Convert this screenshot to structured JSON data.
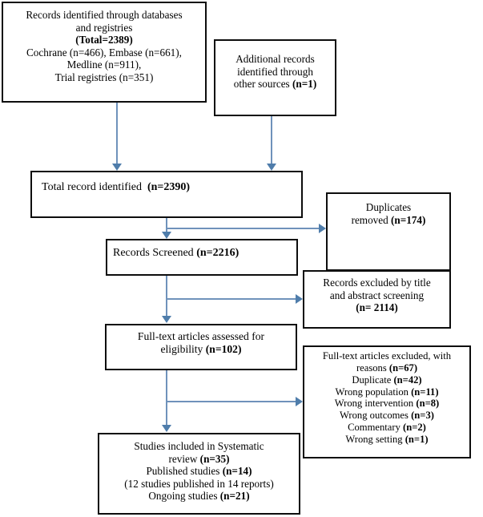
{
  "diagram": {
    "title": "PRISMA study selection flow diagram",
    "line_color": "#6f92bb",
    "arrow_color": "#4f7dab",
    "box_border_color": "#0d0d0d"
  },
  "boxes": {
    "databases": {
      "lines": [
        "Records identified through databases",
        "and registries",
        "(Total=2389)",
        "Cochrane (n=466), Embase (n=661),",
        "Medline (n=911),",
        "Trial registries (n=351)"
      ]
    },
    "additional": {
      "lines": [
        "Additional records",
        "identified through",
        "other sources (n=1)"
      ]
    },
    "total_identified": {
      "lines": [
        "Total record identified  (n=2390)"
      ]
    },
    "duplicates": {
      "lines": [
        "Duplicates",
        "removed (n=174)"
      ]
    },
    "screened": {
      "lines": [
        "Records Screened (n=2216)"
      ]
    },
    "excluded_title_abstract": {
      "lines": [
        "Records excluded by title",
        "and abstract screening",
        "(n= 2114)"
      ]
    },
    "fulltext_assessed": {
      "lines": [
        "Full-text articles assessed for",
        "eligibility (n=102)"
      ]
    },
    "excluded_reasons": {
      "lines": [
        "Full-text articles excluded, with",
        "reasons (n=67)",
        "Duplicate (n=42)",
        "Wrong population (n=11)",
        "Wrong intervention (n=8)",
        "Wrong outcomes (n=3)",
        "Commentary (n=2)",
        "Wrong setting (n=1)"
      ]
    },
    "included": {
      "lines": [
        "Studies included in Systematic",
        "review (n=35)",
        "Published studies (n=14)",
        "(12 studies published in 14 reports)",
        "Ongoing studies (n=21)"
      ]
    }
  },
  "counts": {
    "total_records": 2389,
    "cochrane": 466,
    "embase": 661,
    "medline": 911,
    "trial_registries": 351,
    "additional_other_sources": 1,
    "total_identified": 2390,
    "duplicates_removed": 174,
    "screened": 2216,
    "excluded_title_abstract": 2114,
    "fulltext_assessed": 102,
    "fulltext_excluded": 67,
    "reason_duplicate": 42,
    "reason_wrong_population": 11,
    "reason_wrong_intervention": 8,
    "reason_wrong_outcomes": 3,
    "reason_commentary": 2,
    "reason_wrong_setting": 1,
    "included_total": 35,
    "published_studies": 14,
    "ongoing_studies": 21
  }
}
